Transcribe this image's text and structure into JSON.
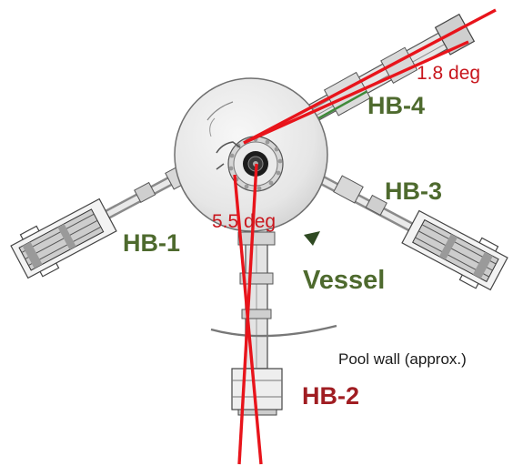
{
  "labels": {
    "hb1": "HB-1",
    "hb2": "HB-2",
    "hb3": "HB-3",
    "hb4": "HB-4",
    "vessel": "Vessel",
    "angle_hb4": "1.8 deg",
    "angle_hb2": "5.5 deg",
    "pool_wall": "Pool wall (approx.)"
  },
  "colors": {
    "beam_label": "#4e6a2e",
    "angle_text": "#c8161d",
    "hb2_label": "#a01d22",
    "red_line": "#e8141b",
    "body_text": "#1a1a1a"
  }
}
